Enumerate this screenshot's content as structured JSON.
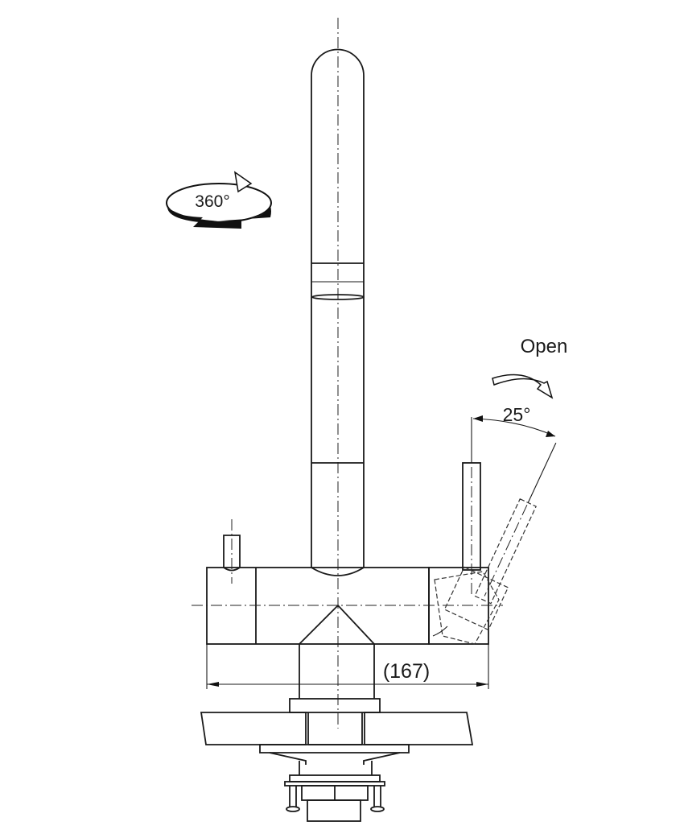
{
  "diagram": {
    "rotation_label": "360°",
    "open_label": "Open",
    "angle_label": "25°",
    "width_dimension_label": "(167)"
  }
}
